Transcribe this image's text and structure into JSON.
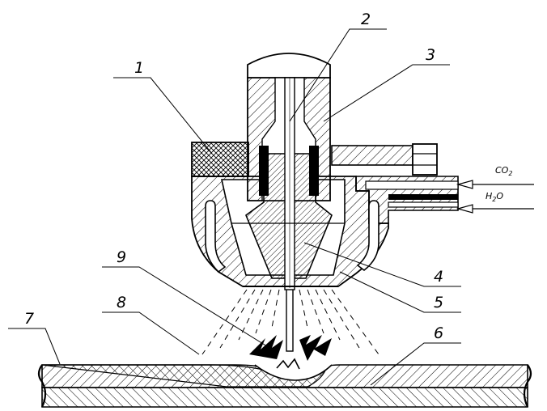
{
  "labels": {
    "l1": "1",
    "l2": "2",
    "l3": "3",
    "l4": "4",
    "l5": "5",
    "l6": "6",
    "l7": "7",
    "l8": "8",
    "l9": "9"
  },
  "gases": {
    "co2_main": "CO",
    "co2_sub": "2",
    "h2o_h": "H",
    "h2o_sub": "2",
    "h2o_o": "O"
  }
}
